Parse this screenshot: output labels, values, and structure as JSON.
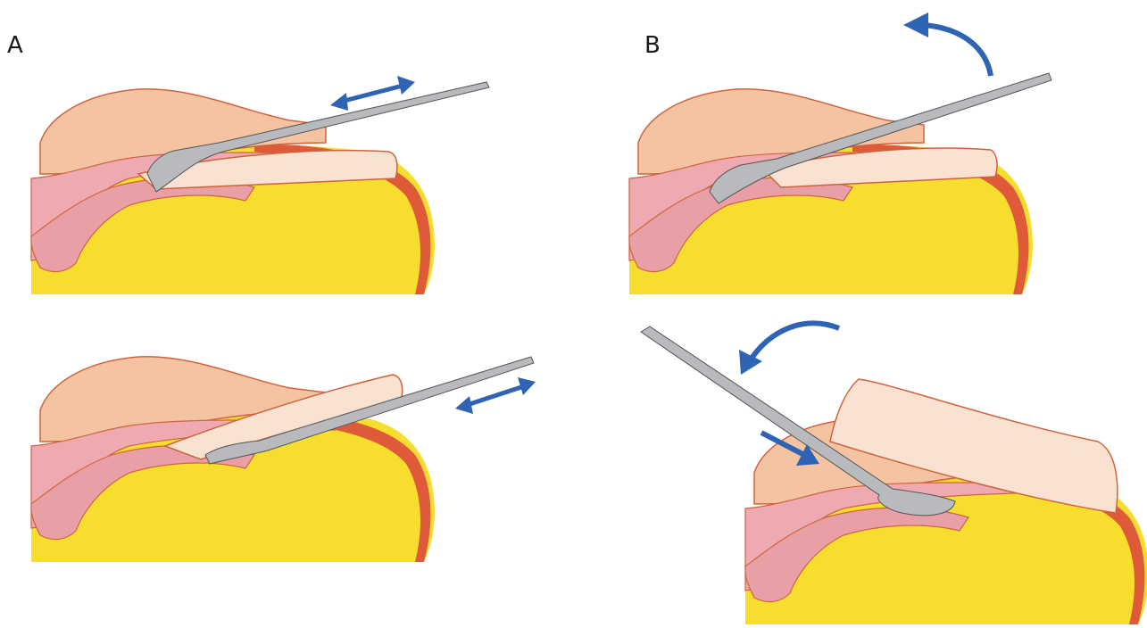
{
  "panels": [
    {
      "label": "A"
    },
    {
      "label": "B"
    }
  ],
  "colors": {
    "fat": "#f7de2e",
    "skin": "#f4c4a2",
    "skin_outline": "#d0633e",
    "nail_plate": "#f9e2d2",
    "mucosa": "#eeaab0",
    "tissue_red": "#d9433a",
    "instrument": "#b9babd",
    "arrow": "#2f63b3"
  },
  "icons": {
    "double_arrow": "double-headed-arrow",
    "curved_arrow": "curved-arrow",
    "straight_arrow": "straight-arrow"
  }
}
